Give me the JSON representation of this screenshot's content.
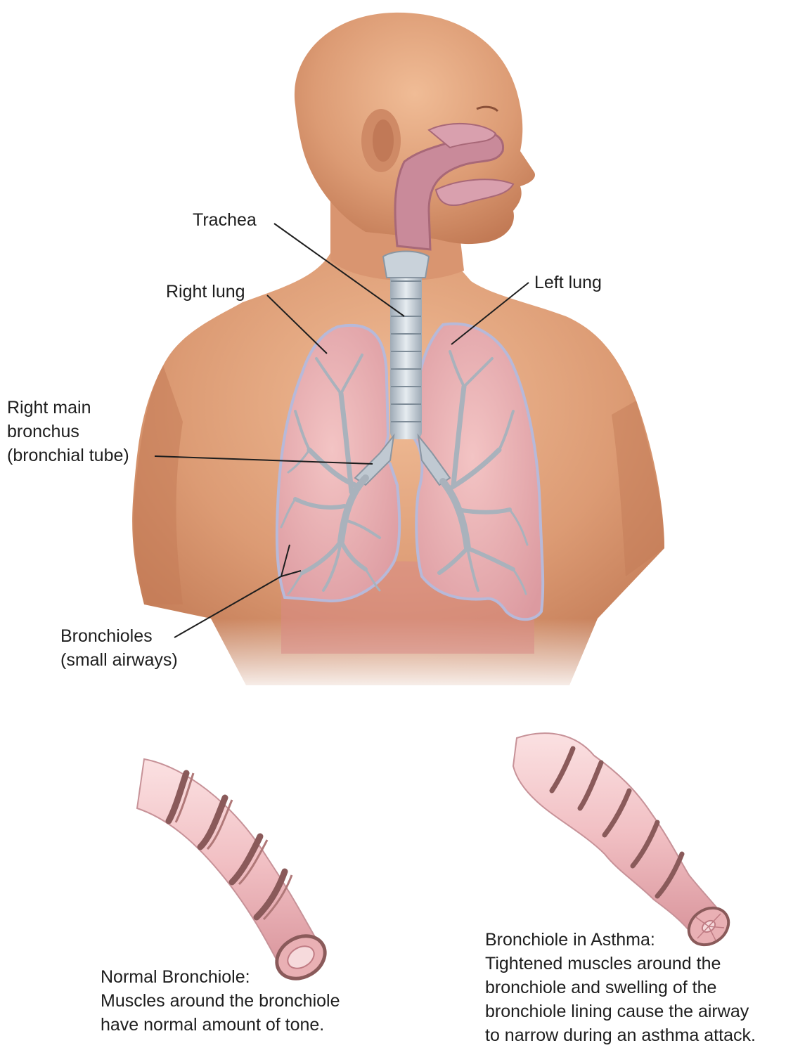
{
  "labels": {
    "trachea": "Trachea",
    "right_lung": "Right lung",
    "left_lung": "Left lung",
    "right_main_bronchus": [
      "Right main",
      "bronchus",
      "(bronchial tube)"
    ],
    "bronchioles": [
      "Bronchioles",
      "(small airways)"
    ]
  },
  "captions": {
    "normal": [
      "Normal Bronchiole:",
      "Muscles around the bronchiole",
      "have normal amount of tone."
    ],
    "asthma": [
      "Bronchiole in Asthma:",
      "Tightened muscles around the",
      "bronchiole and swelling of the",
      "bronchiole lining cause the airway",
      "to narrow during an asthma attack."
    ]
  },
  "colors": {
    "skin": "#e2a27c",
    "skin_shadow": "#b86a48",
    "lung": "#e9aeb0",
    "lung_outline": "#b7b9d9",
    "airway": "#b9c2cc",
    "tube": "#f2c3c6",
    "muscle_band": "#8a5a5a",
    "nasal": "#c98a9a"
  }
}
